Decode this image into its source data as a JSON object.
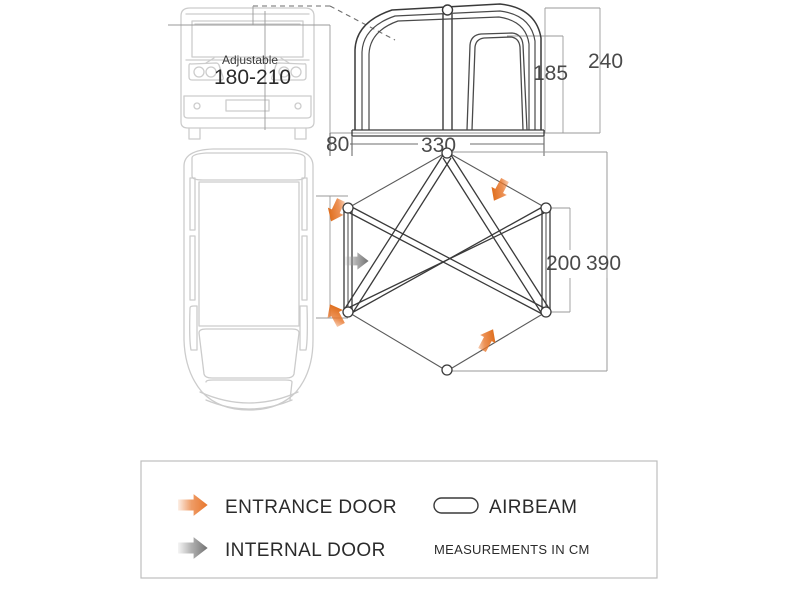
{
  "diagram": {
    "title": "Drive-away awning dimension diagram",
    "background_color": "#ffffff",
    "vehicle_rear_view": {
      "adjustable_label": "Adjustable",
      "adjustable_range": "180-210"
    },
    "elevation_dimensions": {
      "height_overall": "240",
      "height_inner": "185",
      "depth_connector": "80",
      "width": "330"
    },
    "floorplan_dimensions": {
      "depth_inner": "200",
      "depth_overall": "390",
      "connector": "80",
      "width": "330"
    },
    "legend": {
      "items": [
        {
          "icon": "orange-arrow-icon",
          "label": "ENTRANCE DOOR"
        },
        {
          "icon": "gray-arrow-icon",
          "label": "INTERNAL DOOR"
        },
        {
          "icon": "airbeam-pill-icon",
          "label": "AIRBEAM"
        }
      ],
      "note": "MEASUREMENTS IN CM"
    },
    "colors": {
      "entrance_arrow": "#E8762C",
      "internal_arrow": "#8A8A8A",
      "line_dark": "#3a3a3a",
      "line_light": "#c9c9c9",
      "legend_border": "#bdbdbd"
    }
  }
}
